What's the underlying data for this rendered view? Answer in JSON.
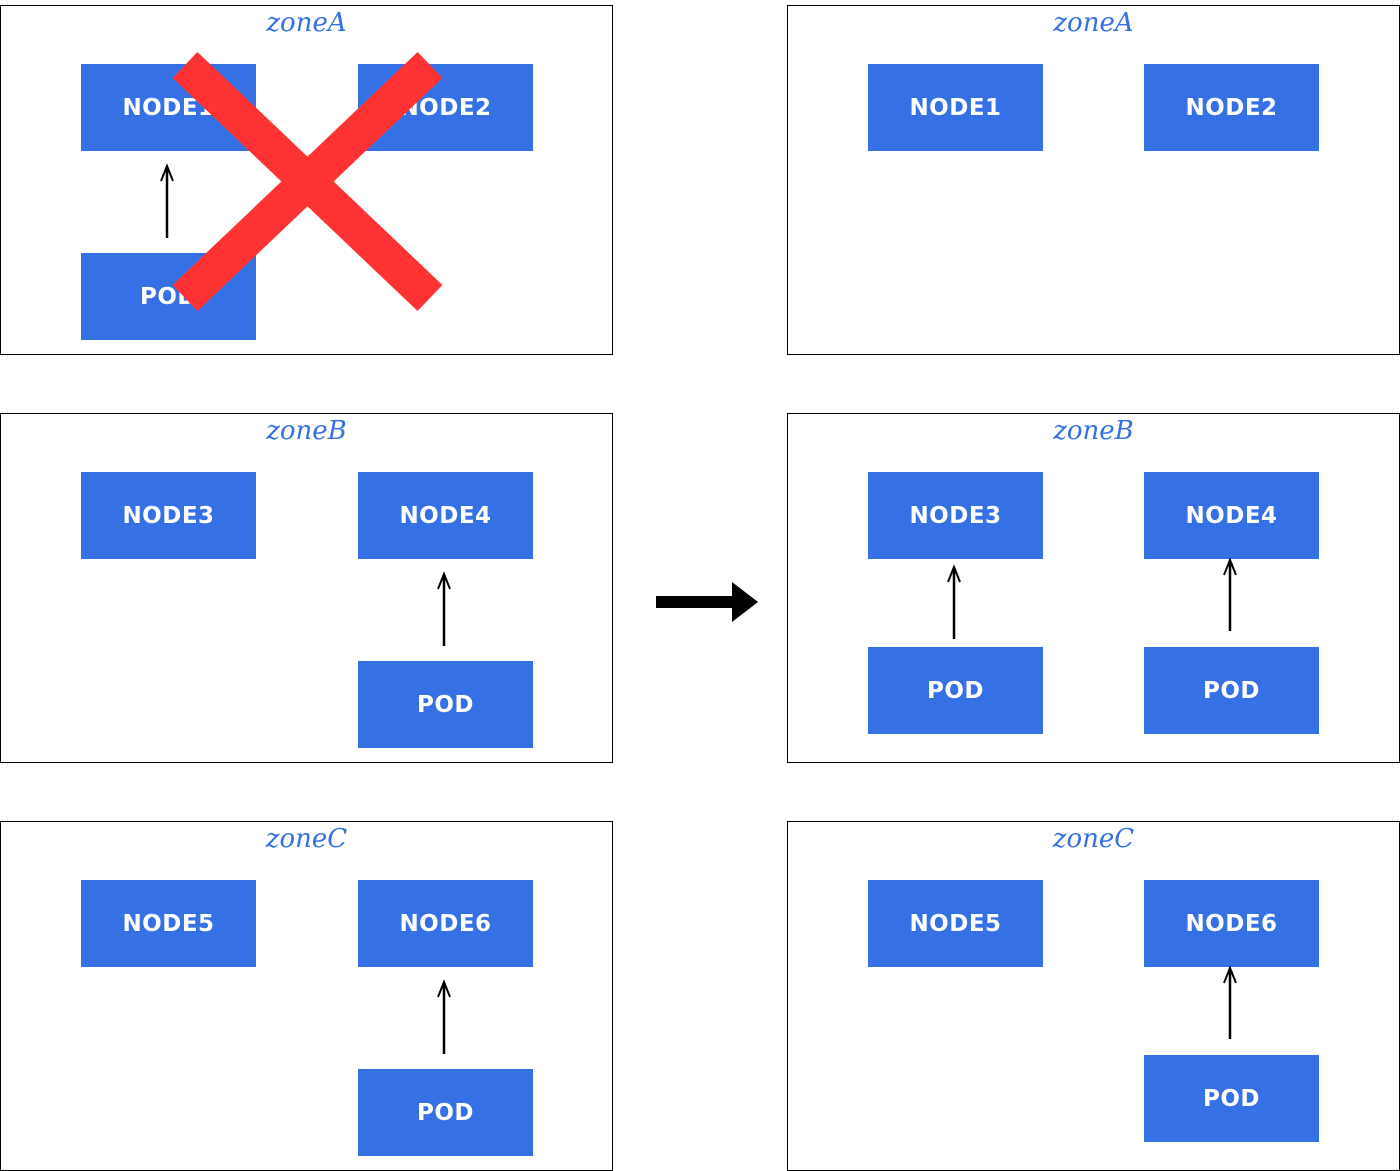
{
  "colors": {
    "node": "#3570E5",
    "zone_title": "#3570E5",
    "cross": "#FF3333",
    "arrow": "#000000"
  },
  "before": {
    "zones": [
      {
        "title": "zoneA",
        "nodes": [
          "NODE1",
          "NODE2"
        ],
        "pod": "POD",
        "failed": true
      },
      {
        "title": "zoneB",
        "nodes": [
          "NODE3",
          "NODE4"
        ],
        "pod": "POD"
      },
      {
        "title": "zoneC",
        "nodes": [
          "NODE5",
          "NODE6"
        ],
        "pod": "POD"
      }
    ]
  },
  "after": {
    "zones": [
      {
        "title": "zoneA",
        "nodes": [
          "NODE1",
          "NODE2"
        ]
      },
      {
        "title": "zoneB",
        "nodes": [
          "NODE3",
          "NODE4"
        ],
        "pods": [
          "POD",
          "POD"
        ]
      },
      {
        "title": "zoneC",
        "nodes": [
          "NODE5",
          "NODE6"
        ],
        "pod": "POD"
      }
    ]
  },
  "icons": {
    "transition": "right-arrow-icon",
    "failure": "red-cross-icon"
  }
}
